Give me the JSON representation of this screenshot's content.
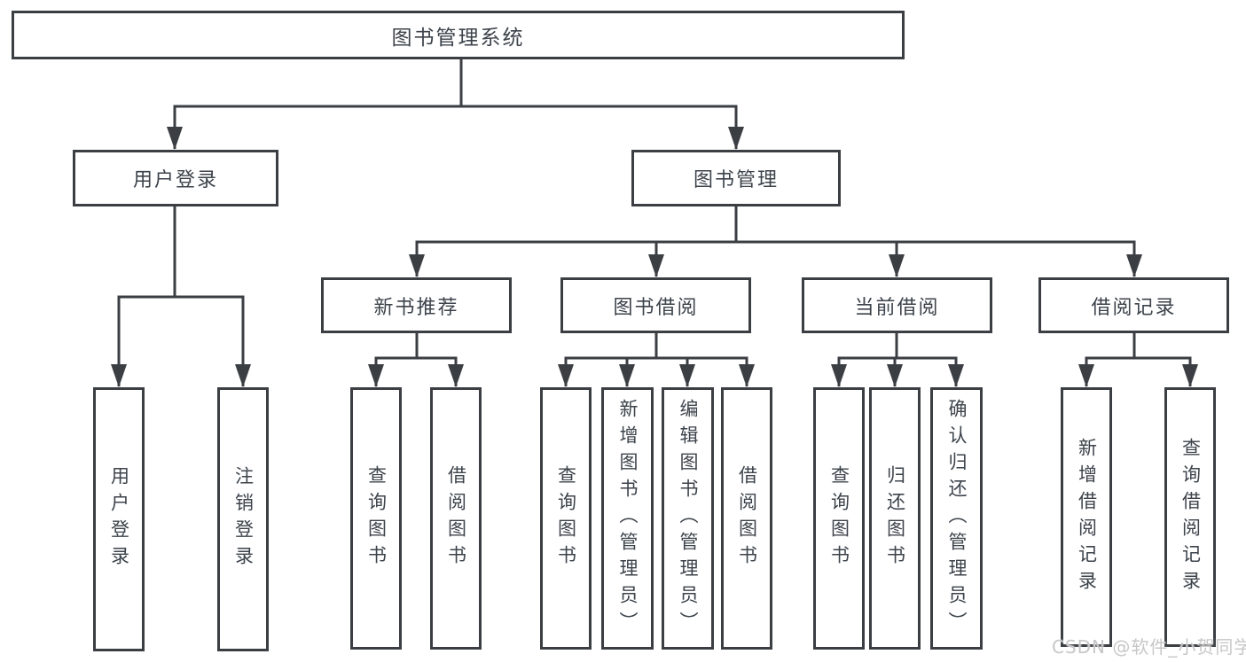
{
  "nodes": {
    "root": "图书管理系统",
    "user_login": "用户登录",
    "book_mgmt": "图书管理",
    "new_book_rec": "新书推荐",
    "book_borrow": "图书借阅",
    "current_borrow": "当前借阅",
    "borrow_records": "借阅记录",
    "leaf_user_login": "用户登录",
    "leaf_logout": "注销登录",
    "leaf_query_books_rec": "查询图书",
    "leaf_borrow_books_rec": "借阅图书",
    "leaf_query_books_borrow": "查询图书",
    "leaf_add_books": "新增图书（管理员）",
    "leaf_edit_books": "编辑图书（管理员）",
    "leaf_borrow_books_borrow": "借阅图书",
    "leaf_query_books_current": "查询图书",
    "leaf_return_books": "归还图书",
    "leaf_confirm_return": "确认归还（管理员）",
    "leaf_add_borrow_record": "新增借阅记录",
    "leaf_query_borrow_record": "查询借阅记录"
  },
  "watermark": "CSDN @软件_小贺同学",
  "colors": {
    "line": "#3b3e43",
    "text": "#3c434b",
    "watermark": "#c7c7c7",
    "background": "#ffffff"
  }
}
